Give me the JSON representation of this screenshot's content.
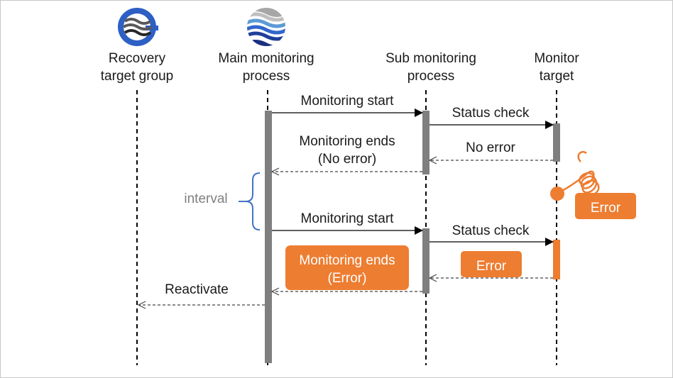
{
  "participants": {
    "recovery": {
      "line1": "Recovery",
      "line2": "target group",
      "icon": "recovery-group-logo"
    },
    "main": {
      "line1": "Main monitoring",
      "line2": "process",
      "icon": "monitor-process-logo"
    },
    "sub": {
      "line1": "Sub monitoring",
      "line2": "process"
    },
    "target": {
      "line1": "Monitor",
      "line2": "target"
    }
  },
  "messages": {
    "start1": "Monitoring start",
    "status1": "Status check",
    "noerror_reply": "No error",
    "ends_noerror_line1": "Monitoring ends",
    "ends_noerror_line2": "(No error)",
    "interval": "interval",
    "start2": "Monitoring start",
    "status2": "Status check",
    "error_reply": "Error",
    "ends_error_line1": "Monitoring ends",
    "ends_error_line2": "(Error)",
    "reactivate": "Reactivate",
    "target_error": "Error"
  },
  "colors": {
    "accent_orange": "#ed7d31",
    "activation_gray": "#7f7f7f",
    "brace_blue": "#4472c4",
    "logo_blue": "#2d5fc4",
    "logo_gray": "#a6a6a6"
  }
}
